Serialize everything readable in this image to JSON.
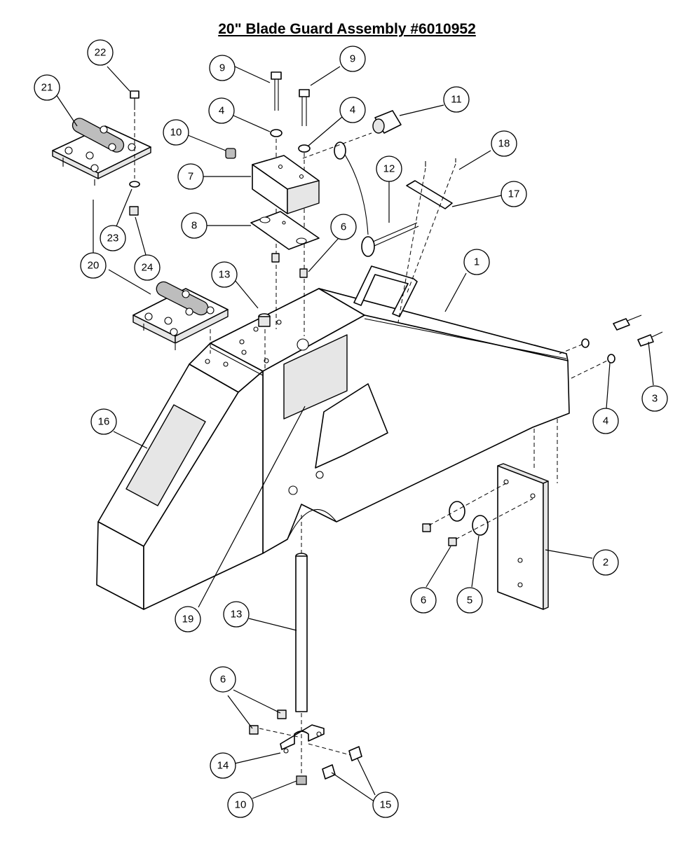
{
  "title": "20\" Blade Guard Assembly #6010952",
  "callouts": [
    {
      "id": "c22",
      "label": "22"
    },
    {
      "id": "c21",
      "label": "21"
    },
    {
      "id": "c9a",
      "label": "9"
    },
    {
      "id": "c9b",
      "label": "9"
    },
    {
      "id": "c4a",
      "label": "4"
    },
    {
      "id": "c4b",
      "label": "4"
    },
    {
      "id": "c11",
      "label": "11"
    },
    {
      "id": "c10a",
      "label": "10"
    },
    {
      "id": "c18",
      "label": "18"
    },
    {
      "id": "c7",
      "label": "7"
    },
    {
      "id": "c12",
      "label": "12"
    },
    {
      "id": "c17",
      "label": "17"
    },
    {
      "id": "c8",
      "label": "8"
    },
    {
      "id": "c6a",
      "label": "6"
    },
    {
      "id": "c23",
      "label": "23"
    },
    {
      "id": "c24",
      "label": "24"
    },
    {
      "id": "c20a",
      "label": "20"
    },
    {
      "id": "c13a",
      "label": "13"
    },
    {
      "id": "c1",
      "label": "1"
    },
    {
      "id": "c3",
      "label": "3"
    },
    {
      "id": "c4c",
      "label": "4"
    },
    {
      "id": "c16",
      "label": "16"
    },
    {
      "id": "c2",
      "label": "2"
    },
    {
      "id": "c6b",
      "label": "6"
    },
    {
      "id": "c5",
      "label": "5"
    },
    {
      "id": "c19",
      "label": "19"
    },
    {
      "id": "c13b",
      "label": "13"
    },
    {
      "id": "c6c",
      "label": "6"
    },
    {
      "id": "c14",
      "label": "14"
    },
    {
      "id": "c10b",
      "label": "10"
    },
    {
      "id": "c15",
      "label": "15"
    }
  ]
}
